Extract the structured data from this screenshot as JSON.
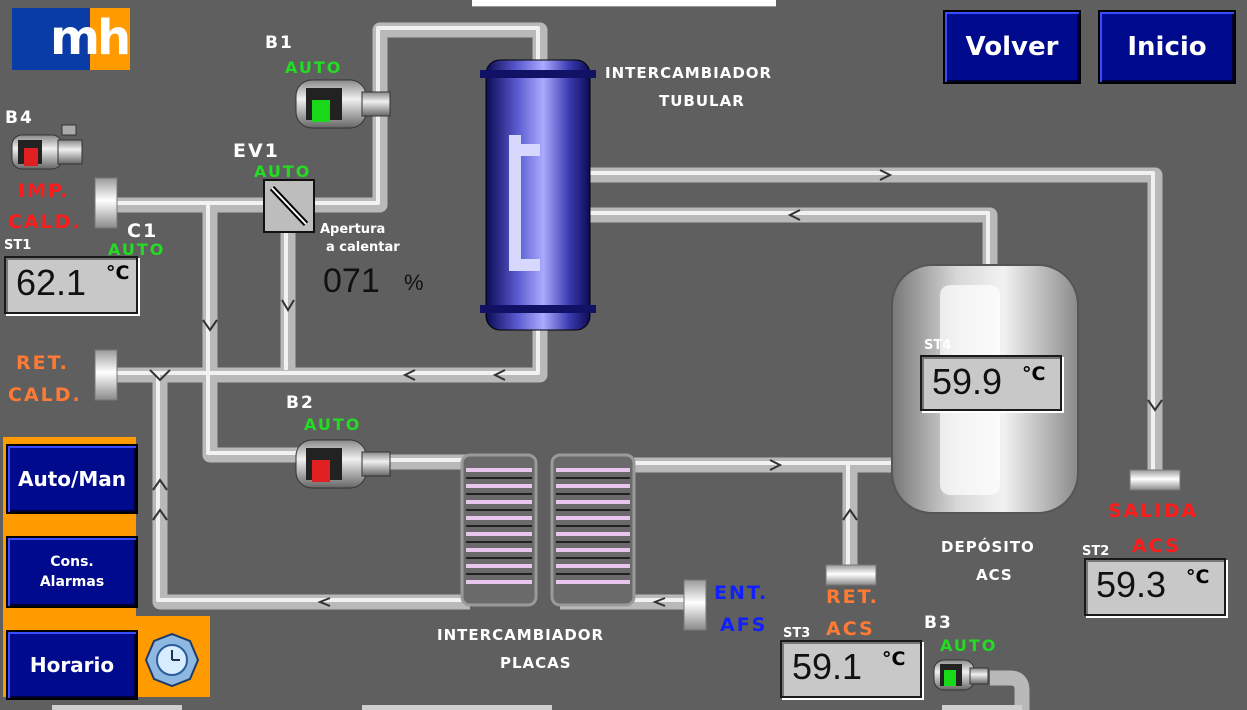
{
  "logo": {
    "text": "mh"
  },
  "nav": {
    "back_label": "Volver",
    "home_label": "Inicio"
  },
  "side": {
    "auto_man_label": "Auto/Man",
    "alarms_line1": "Cons.",
    "alarms_line2": "Alarmas",
    "schedule_label": "Horario"
  },
  "pumps": {
    "b1": {
      "name": "B1",
      "mode": "AUTO",
      "status_color": "#18d818"
    },
    "b2": {
      "name": "B2",
      "mode": "AUTO",
      "status_color": "#e02020"
    },
    "b3": {
      "name": "B3",
      "mode": "AUTO",
      "status_color": "#18d818"
    },
    "b4": {
      "name": "B4",
      "status_color": "#e02020"
    }
  },
  "valves": {
    "ev1": {
      "name": "EV1",
      "mode": "AUTO",
      "opening_label_1": "Apertura",
      "opening_label_2": "a calentar",
      "opening_value": "071",
      "opening_unit": "%"
    },
    "c1": {
      "name": "C1",
      "mode": "AUTO"
    }
  },
  "labels": {
    "imp_cald_1": "IMP.",
    "imp_cald_2": "CALD.",
    "ret_cald_1": "RET.",
    "ret_cald_2": "CALD.",
    "tubular_1": "INTERCAMBIADOR",
    "tubular_2": "TUBULAR",
    "placas_1": "INTERCAMBIADOR",
    "placas_2": "PLACAS",
    "deposito_1": "DEPÓSITO",
    "deposito_2": "ACS",
    "salida_1": "SALIDA",
    "salida_2": "ACS",
    "ret_acs_1": "RET.",
    "ret_acs_2": "ACS",
    "ent_afs_1": "ENT.",
    "ent_afs_2": "AFS"
  },
  "sensors": {
    "st1": {
      "name": "ST1",
      "value": "62.1",
      "unit": "°C"
    },
    "st2": {
      "name": "ST2",
      "value": "59.3",
      "unit": "°C"
    },
    "st3": {
      "name": "ST3",
      "value": "59.1",
      "unit": "°C"
    },
    "st4": {
      "name": "ST4",
      "value": "59.9",
      "unit": "°C"
    }
  },
  "colors": {
    "background": "#5f5f5f",
    "button": "#000a8c",
    "accent_orange": "#ff9a00",
    "auto_green": "#22dd22",
    "alarm_red": "#ff1a1a",
    "return_orange": "#ff7a33",
    "cold_blue": "#1020ff"
  }
}
